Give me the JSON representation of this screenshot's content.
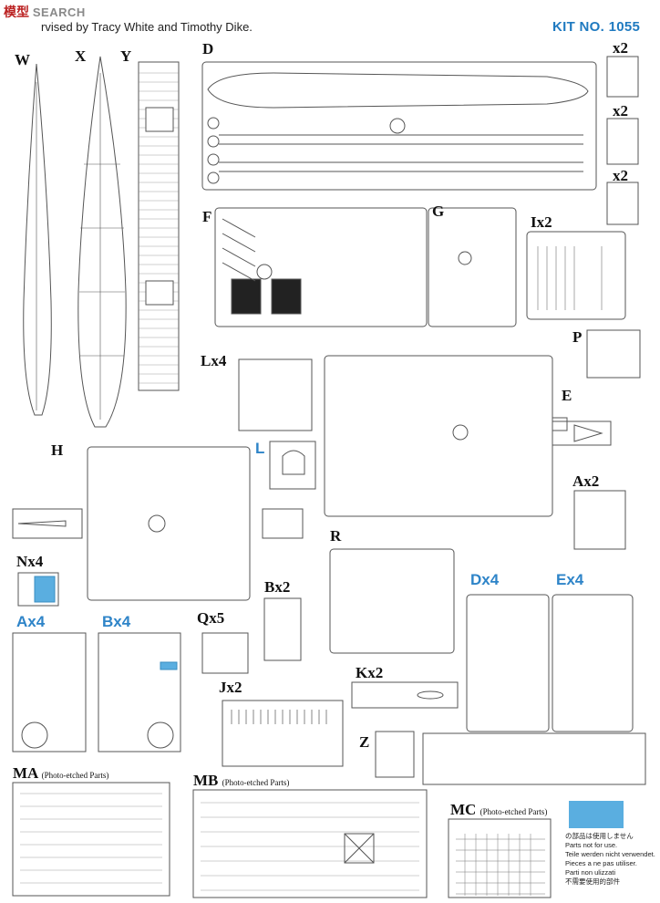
{
  "header": {
    "logo_main": "模型",
    "logo_sub": "SEARCH",
    "supervised": "rvised by Tracy White and Timothy Dike.",
    "kit_no": "KIT NO. 1055"
  },
  "hull_labels": {
    "w": "W",
    "x": "X",
    "y": "Y"
  },
  "sprues": {
    "d": "D",
    "d_x2_a": "x2",
    "d_x2_b": "x2",
    "d_x2_c": "x2",
    "f": "F",
    "g": "G",
    "i": "Ix2",
    "p": "P",
    "lx4": "Lx4",
    "e": "E",
    "h": "H",
    "l": "L",
    "ax2": "Ax2",
    "nx4": "Nx4",
    "r": "R",
    "ax4": "Ax4",
    "bx4": "Bx4",
    "qx5": "Qx5",
    "bx2": "Bx2",
    "dx4": "Dx4",
    "ex4": "Ex4",
    "kx2": "Kx2",
    "jx2": "Jx2",
    "z": "Z",
    "ma": "MA",
    "ma_sub": "(Photo-etched Parts)",
    "mb": "MB",
    "mb_sub": "(Photo-etched Parts)",
    "mc": "MC",
    "mc_sub": "(Photo-etched Parts)"
  },
  "not_used": {
    "ja": "の部品は使用しません",
    "en": "Parts not for use.",
    "de": "Teile werden nicht verwendet.",
    "fr": "Pieces a ne pas utiliser.",
    "it": "Parti non ulizzati",
    "cn": "不需要使用的部件"
  },
  "colors": {
    "accent_blue": "#2e84c8",
    "unused_fill": "#5aaee0",
    "line": "#555555"
  }
}
